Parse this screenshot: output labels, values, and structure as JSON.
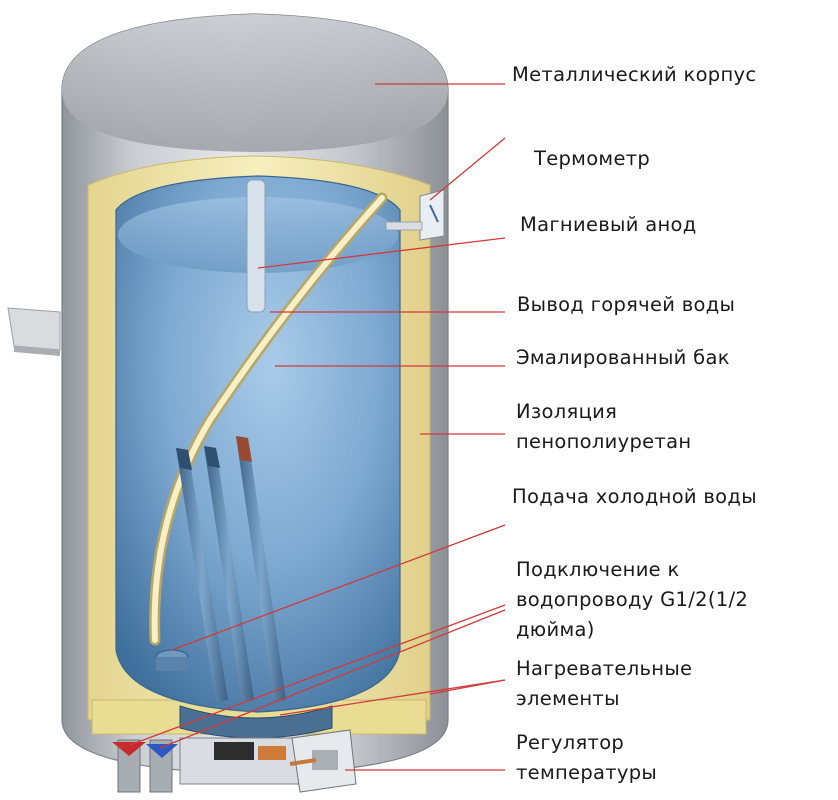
{
  "labels": {
    "metal_body": "Металлический корпус",
    "thermometer": "Термометр",
    "magnesium_anode": "Магниевый анод",
    "hot_water_outlet": "Вывод горячей воды",
    "enamel_tank": "Эмалированный бак",
    "insulation_line1": "Изоляция",
    "insulation_line2": "пенополиуретан",
    "cold_water_inlet": "Подача холодной воды",
    "connection_line1": "Подключение к",
    "connection_line2": "водопроводу G1/2(1/2",
    "connection_line3": "дюйма)",
    "heating_line1": "Нагревательные",
    "heating_line2": "элементы",
    "regulator_line1": "Регулятор",
    "regulator_line2": "температуры"
  },
  "colors": {
    "leader_line": "#d23a3a",
    "body_metal": "#b9bdc2",
    "insulation": "#f2e7a6",
    "tank": "#6f9ec7",
    "pipe": "#5f86ab"
  }
}
